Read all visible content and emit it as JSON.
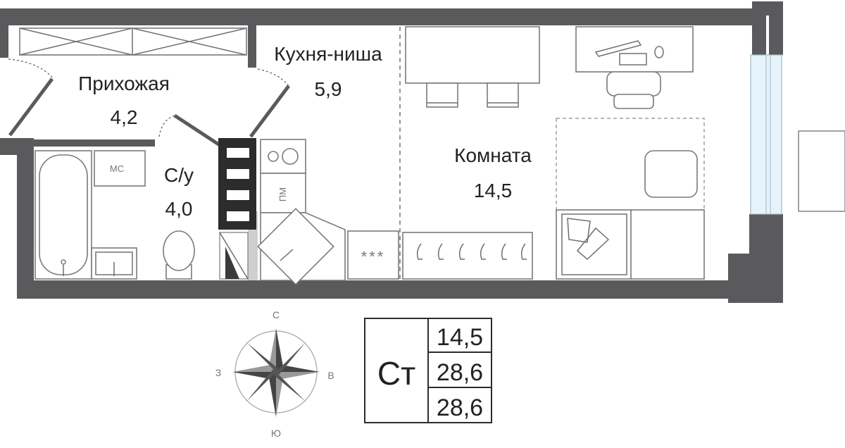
{
  "rooms": {
    "hallway": {
      "name": "Прихожая",
      "area": "4,2"
    },
    "kitchen": {
      "name": "Кухня-ниша",
      "area": "5,9"
    },
    "bathroom": {
      "name": "С/у",
      "area": "4,0"
    },
    "room": {
      "name": "Комната",
      "area": "14,5"
    }
  },
  "fixtures": {
    "washer_label": "МС",
    "dishwasher_label": "ПМ",
    "stove_label": "***"
  },
  "compass": {
    "north": "С",
    "south": "Ю",
    "west": "З",
    "east": "В"
  },
  "summary": {
    "type": "Ст",
    "living_area": "14,5",
    "total_area": "28,6",
    "total_area_with_balcony": "28,6"
  },
  "colors": {
    "wall": "#5a5a5c",
    "glass": "#e6f3fb",
    "text": "#222222"
  }
}
